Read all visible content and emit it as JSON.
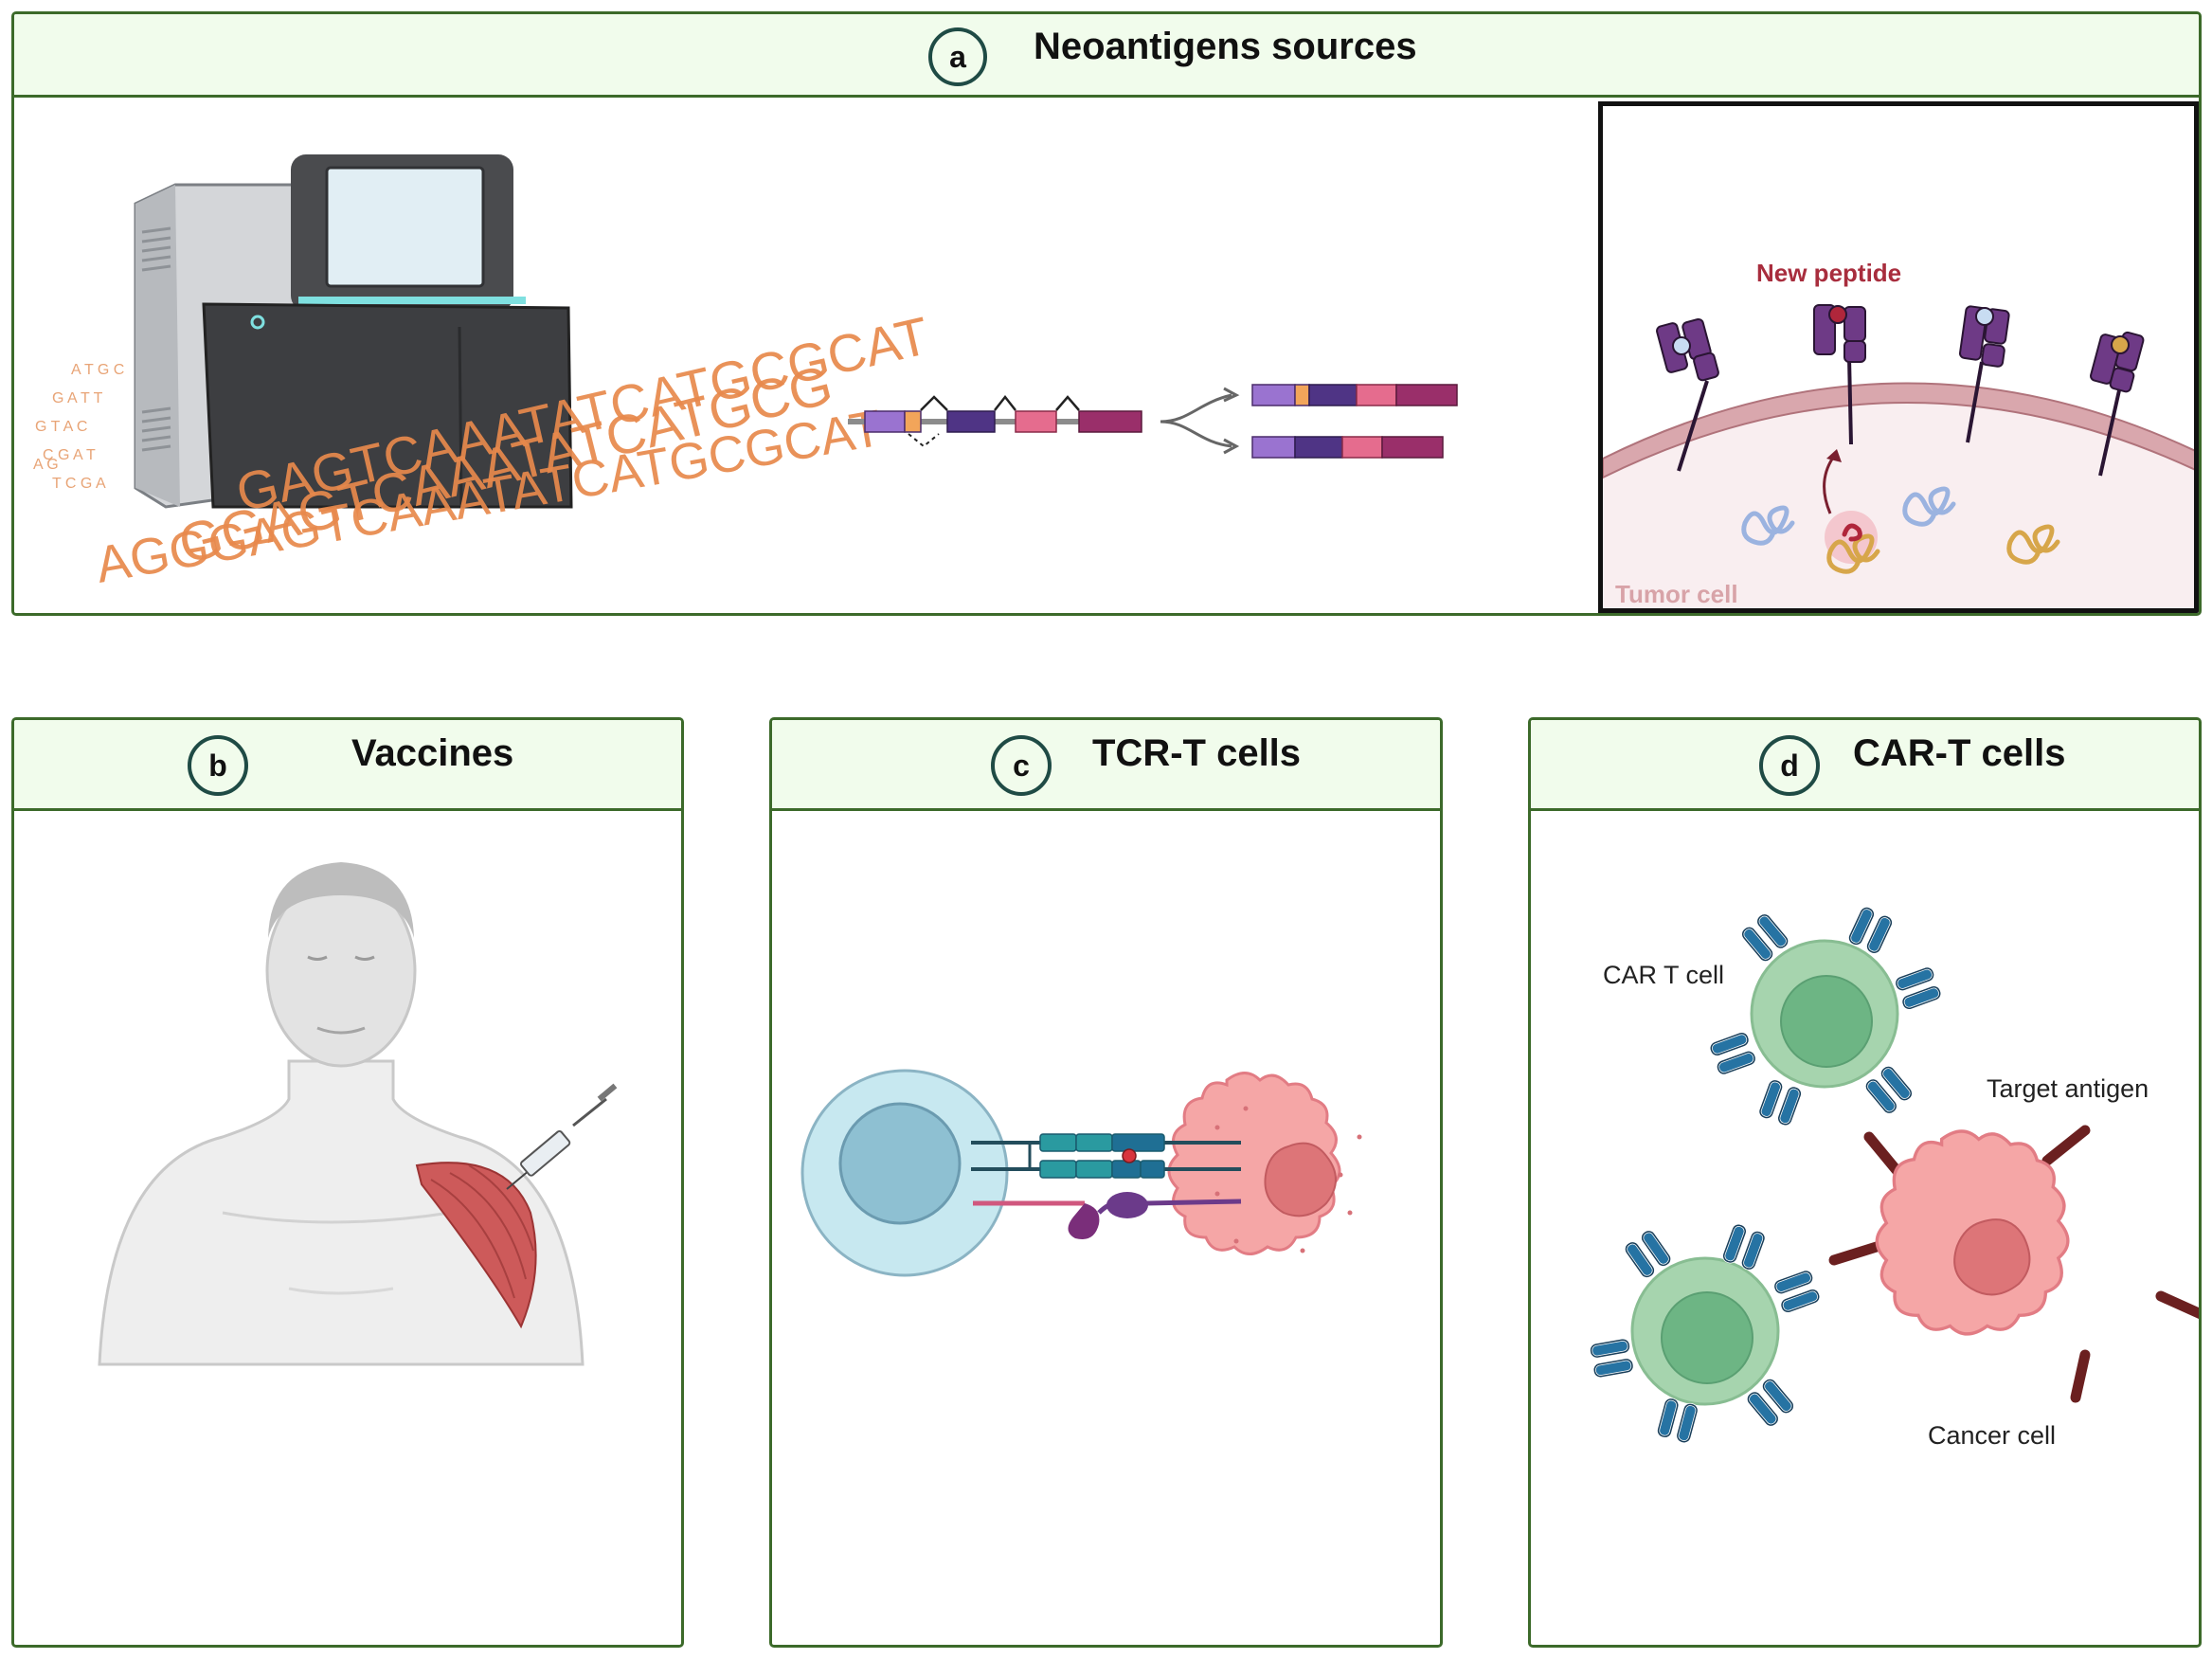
{
  "panel_a": {
    "badge": "a",
    "title": "Neoantigens sources",
    "new_peptide_label": "New peptide",
    "tumor_cell_label": "Tumor cell",
    "dna_lines": [
      "GAGTCAAATATCATGCGCAT",
      "GGAGTCAAATATCATGCG",
      "AGGGAGTCAAATATCATGCGCAT"
    ]
  },
  "panel_b": {
    "badge": "b",
    "title": "Vaccines"
  },
  "panel_c": {
    "badge": "c",
    "title": "TCR-T cells"
  },
  "panel_d": {
    "badge": "d",
    "title": "CAR-T cells",
    "car_t_cell_label": "CAR T cell",
    "target_antigen_label": "Target antigen",
    "cancer_cell_label": "Cancer cell"
  },
  "colors": {
    "panel_border": "#3c6a2a",
    "header_fill": "#f1fcec",
    "badge_ring": "#1f4b45",
    "dna_orange": "#e8894c",
    "mhc_purple": "#6e3a86",
    "tumor_membrane": "#c8959b",
    "t_cell_blue": "#9fd0df",
    "car_t_green": "#a6d4ae",
    "cancer_pink": "#f29ea2",
    "receptor_blue": "#2c6f96",
    "antigen_maroon": "#7a2a2a",
    "new_peptide_red": "#b0263b"
  }
}
